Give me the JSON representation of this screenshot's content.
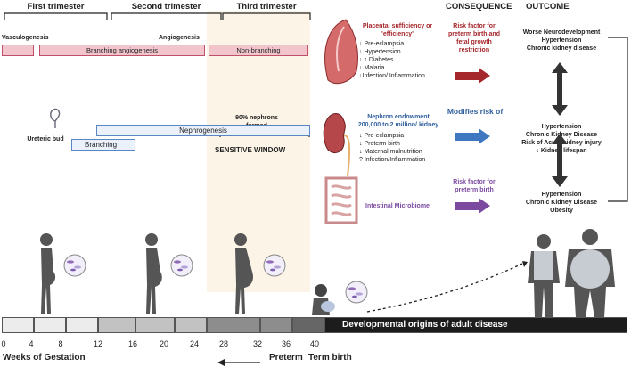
{
  "trimesters": [
    "First trimester",
    "Second trimester",
    "Third trimester"
  ],
  "headers": {
    "consequence": "CONSEQUENCE",
    "outcome": "OUTCOME"
  },
  "placenta": {
    "vasculogenesis": "Vasculogenesis",
    "angiogenesis": "Angiogenesis",
    "branching_angiogenesis": "Branching angiogenesis",
    "non_branching": "Non-branching"
  },
  "nephron": {
    "ninety_percent": "90% nephrons formed",
    "nephrogenesis": "Nephrogenesis",
    "branching": "Branching",
    "ureteric_bud": "Ureteric bud",
    "sensitive_window": "SENSITIVE WINDOW"
  },
  "rows": [
    {
      "title": "Placental sufficiency or \"efficiency\"",
      "factors": [
        "↓ Pre-eclampsia",
        "↓ Hypertension",
        "↓ ↑ Diabetes",
        "↓  Malaria",
        "↓Infection/ Inflammation"
      ],
      "consequence": "Risk factor for preterm birth and fetal growth restriction",
      "outcome": [
        "Worse Neurodevelopment",
        "Hypertension",
        "Chronic kidney disease"
      ],
      "color": "#a5262b"
    },
    {
      "title": "Nephron endowment 200,000 to 2 million/ kidney",
      "factors": [
        "↓ Pre-eclampsia",
        "↓ Preterm birth",
        "↓ Maternal malnutrition",
        "? Infection/Inflammation"
      ],
      "consequence": "Modifies risk of",
      "outcome": [
        "Hypertension",
        "Chronic Kidney Disease",
        "Risk of Acute kidney injury",
        "↓ Kidney lifespan"
      ],
      "color": "#3f78c1"
    },
    {
      "title": "Intestinal Microbiome",
      "factors": [],
      "consequence": "Risk factor for preterm birth",
      "outcome": [
        "Hypertension",
        "Chronic Kidney Disease",
        "Obesity"
      ],
      "color": "#7b4aa0"
    }
  ],
  "timeline": {
    "ticks": [
      "0",
      "4",
      "8",
      "12",
      "16",
      "20",
      "24",
      "28",
      "32",
      "36",
      "40"
    ],
    "weeks_label": "Weeks of Gestation",
    "preterm": "Preterm",
    "term": "Term birth",
    "dohad": "Developmental origins of adult disease"
  }
}
